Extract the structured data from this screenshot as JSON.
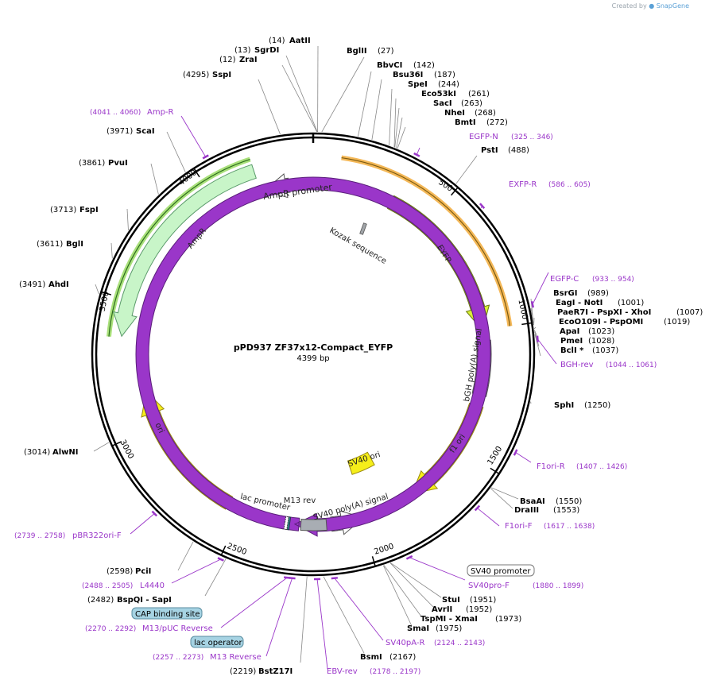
{
  "credit": {
    "prefix": "Created by",
    "brand": "SnapGene"
  },
  "plasmid": {
    "name": "pPD937 ZF37x12-Compact_EYFP",
    "length_label": "4399 bp",
    "length": 4399
  },
  "tick_labels": [
    "500",
    "1000",
    "1500",
    "2000",
    "2500",
    "3000",
    "3500",
    "4000"
  ],
  "colors": {
    "enzyme": "#000000",
    "primer": "#9a36c9",
    "backbone": "#000000"
  },
  "enzymes": [
    {
      "pos": "(14)",
      "name": "AatII",
      "bp": 14
    },
    {
      "pos": "(13)",
      "name": "SgrDI",
      "bp": 13
    },
    {
      "pos": "(12)",
      "name": "ZraI",
      "bp": 12
    },
    {
      "pos": "(4295)",
      "name": "SspI",
      "bp": 4295
    },
    {
      "pos": "(27)",
      "name": "BglII",
      "bp": 27
    },
    {
      "pos": "(142)",
      "name": "BbvCI",
      "bp": 142
    },
    {
      "pos": "(187)",
      "name": "Bsu36I",
      "bp": 187
    },
    {
      "pos": "(244)",
      "name": "SpeI",
      "bp": 244
    },
    {
      "pos": "(261)",
      "name": "Eco53kI",
      "bp": 261
    },
    {
      "pos": "(263)",
      "name": "SacI",
      "bp": 263
    },
    {
      "pos": "(268)",
      "name": "NheI",
      "bp": 268
    },
    {
      "pos": "(272)",
      "name": "BmtI",
      "bp": 272
    },
    {
      "pos": "(488)",
      "name": "PstI",
      "bp": 488
    },
    {
      "pos": "(989)",
      "name": "BsrGI",
      "bp": 989
    },
    {
      "pos": "(1001)",
      "name": "EagI - NotI",
      "bp": 1001
    },
    {
      "pos": "(1007)",
      "name": "PaeR7I - PspXI - XhoI",
      "bp": 1007
    },
    {
      "pos": "(1019)",
      "name": "EcoO109I - PspOMI",
      "bp": 1019
    },
    {
      "pos": "(1023)",
      "name": "ApaI",
      "bp": 1023
    },
    {
      "pos": "(1028)",
      "name": "PmeI",
      "bp": 1028
    },
    {
      "pos": "(1037)",
      "name": "BclI *",
      "bp": 1037
    },
    {
      "pos": "(1250)",
      "name": "SphI",
      "bp": 1250
    },
    {
      "pos": "(1550)",
      "name": "BsaAI",
      "bp": 1550
    },
    {
      "pos": "(1553)",
      "name": "DraIII",
      "bp": 1553
    },
    {
      "pos": "(1951)",
      "name": "StuI",
      "bp": 1951
    },
    {
      "pos": "(1952)",
      "name": "AvrII",
      "bp": 1952
    },
    {
      "pos": "(1973)",
      "name": "TspMI - XmaI",
      "bp": 1973
    },
    {
      "pos": "(1975)",
      "name": "SmaI",
      "bp": 1975
    },
    {
      "pos": "(2167)",
      "name": "BsmI",
      "bp": 2167
    },
    {
      "pos": "(2219)",
      "name": "BstZ17I",
      "bp": 2219
    },
    {
      "pos": "(2482)",
      "name": "BspQI - SapI",
      "bp": 2482
    },
    {
      "pos": "(2598)",
      "name": "PciI",
      "bp": 2598
    },
    {
      "pos": "(3014)",
      "name": "AlwNI",
      "bp": 3014
    },
    {
      "pos": "(3491)",
      "name": "AhdI",
      "bp": 3491
    },
    {
      "pos": "(3611)",
      "name": "BglI",
      "bp": 3611
    },
    {
      "pos": "(3713)",
      "name": "FspI",
      "bp": 3713
    },
    {
      "pos": "(3861)",
      "name": "PvuI",
      "bp": 3861
    },
    {
      "pos": "(3971)",
      "name": "ScaI",
      "bp": 3971
    }
  ],
  "primers": [
    {
      "name": "Amp-R",
      "range": "(4041 .. 4060)",
      "bp": 4050
    },
    {
      "name": "EGFP-N",
      "range": "(325 .. 346)",
      "bp": 335
    },
    {
      "name": "EXFP-R",
      "range": "(586 .. 605)",
      "bp": 595
    },
    {
      "name": "EGFP-C",
      "range": "(933 .. 954)",
      "bp": 943
    },
    {
      "name": "BGH-rev",
      "range": "(1044 .. 1061)",
      "bp": 1052
    },
    {
      "name": "F1ori-R",
      "range": "(1407 .. 1426)",
      "bp": 1416
    },
    {
      "name": "F1ori-F",
      "range": "(1617 .. 1638)",
      "bp": 1627
    },
    {
      "name": "SV40pro-F",
      "range": "(1880 .. 1899)",
      "bp": 1890
    },
    {
      "name": "SV40pA-R",
      "range": "(2124 .. 2143)",
      "bp": 2133
    },
    {
      "name": "EBV-rev",
      "range": "(2178 .. 2197)",
      "bp": 2187
    },
    {
      "name": "M13 Reverse",
      "range": "(2257 .. 2273)",
      "bp": 2265
    },
    {
      "name": "M13/pUC Reverse",
      "range": "(2270 .. 2292)",
      "bp": 2281
    },
    {
      "name": "L4440",
      "range": "(2488 .. 2505)",
      "bp": 2496
    },
    {
      "name": "pBR322ori-F",
      "range": "(2739 .. 2758)",
      "bp": 2748
    }
  ],
  "boxed_features": [
    {
      "name": "SV40 promoter"
    },
    {
      "name": "CAP binding site"
    },
    {
      "name": "lac operator"
    }
  ],
  "features": [
    {
      "name": "EYFP",
      "start": 330,
      "end": 1000,
      "color": "#d8f035"
    },
    {
      "name": "AmpR promoter",
      "start": 4195,
      "end": 4300,
      "color": "#ffffff"
    },
    {
      "name": "AmpR",
      "start": 3365,
      "end": 4180,
      "color": "#c8f5c8"
    },
    {
      "name": "Kozak sequence",
      "start": 318,
      "end": 326,
      "color": "#a0a4a8"
    },
    {
      "name": "bGH poly(A) signal",
      "start": 1044,
      "end": 1268,
      "color": "#a8adb3"
    },
    {
      "name": "f1 ori",
      "start": 1312,
      "end": 1768,
      "color": "#f5ee1a"
    },
    {
      "name": "SV40 ori",
      "start": 1845,
      "end": 1980,
      "color": "#f5ee1a"
    },
    {
      "name": "SV40 poly(A) signal",
      "start": 1990,
      "end": 2125,
      "color": "#ffffff"
    },
    {
      "name": "M13 rev",
      "start": 2258,
      "end": 2275,
      "color": "#9a36c9"
    },
    {
      "name": "lac promoter",
      "start": 2318,
      "end": 2350,
      "color": "#3a7f8a"
    },
    {
      "name": "ori",
      "start": 2560,
      "end": 3145,
      "color": "#f5ee1a"
    }
  ]
}
